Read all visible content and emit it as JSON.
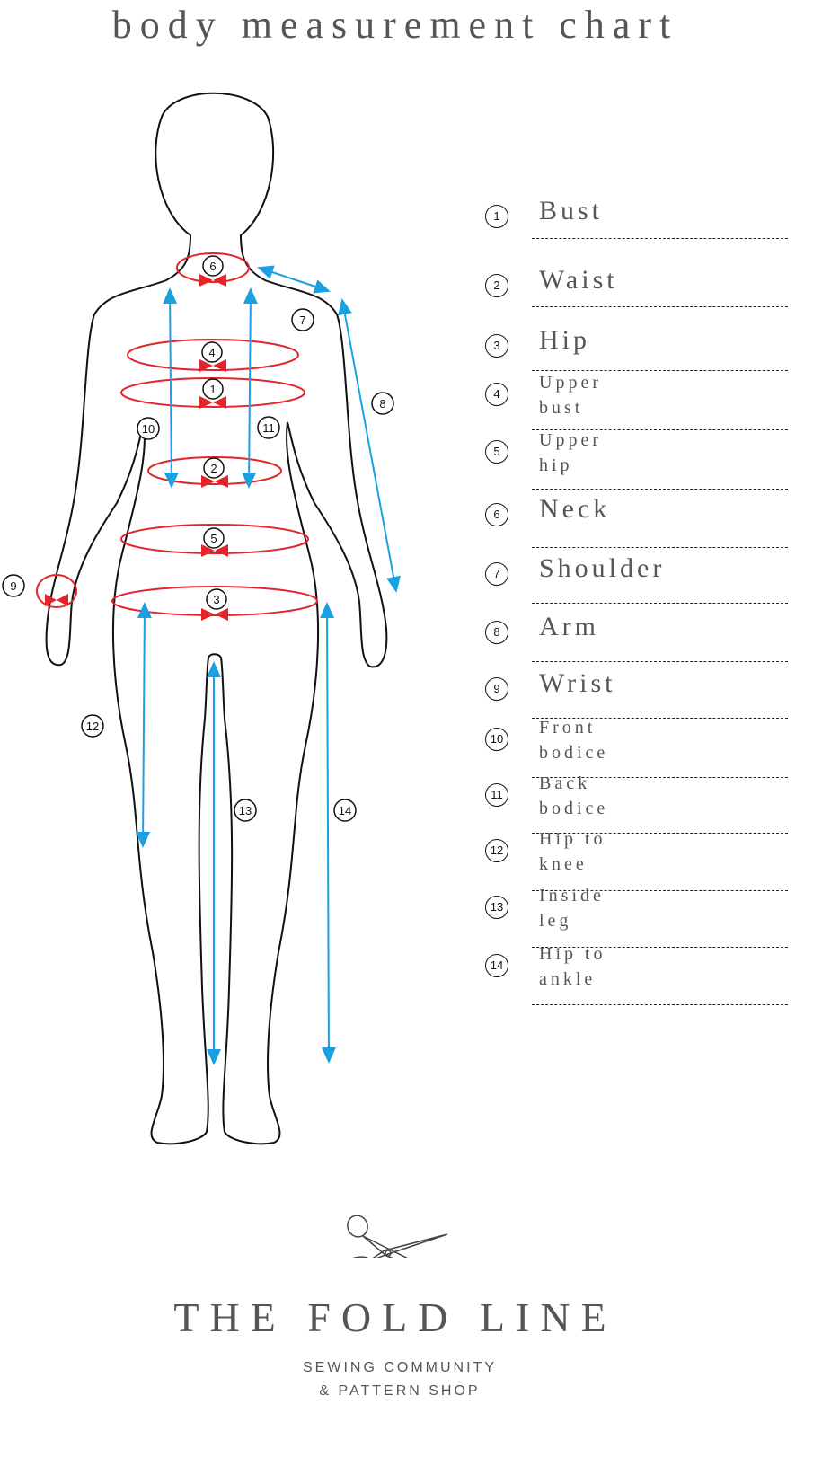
{
  "title": "body measurement chart",
  "legend": [
    {
      "n": "1",
      "label": "Bust",
      "size": "big"
    },
    {
      "n": "2",
      "label": "Waist",
      "size": "big"
    },
    {
      "n": "3",
      "label": "Hip",
      "size": "big"
    },
    {
      "n": "4",
      "label": "Upper bust",
      "size": "small"
    },
    {
      "n": "5",
      "label": "Upper hip",
      "size": "small"
    },
    {
      "n": "6",
      "label": "Neck",
      "size": "big"
    },
    {
      "n": "7",
      "label": "Shoulder",
      "size": "big"
    },
    {
      "n": "8",
      "label": "Arm",
      "size": "big"
    },
    {
      "n": "9",
      "label": "Wrist",
      "size": "big"
    },
    {
      "n": "10",
      "label": "Front bodice",
      "size": "small"
    },
    {
      "n": "11",
      "label": "Back bodice",
      "size": "small"
    },
    {
      "n": "12",
      "label": "Hip to knee",
      "size": "small"
    },
    {
      "n": "13",
      "label": "Inside leg",
      "size": "small"
    },
    {
      "n": "14",
      "label": "Hip to ankle",
      "size": "small"
    }
  ],
  "brand": {
    "name": "THE FOLD LINE",
    "tagline1": "SEWING COMMUNITY",
    "tagline2": "& PATTERN SHOP"
  },
  "colors": {
    "circumference": "#e3242b",
    "length": "#1ba1e2",
    "outline": "#111111"
  }
}
